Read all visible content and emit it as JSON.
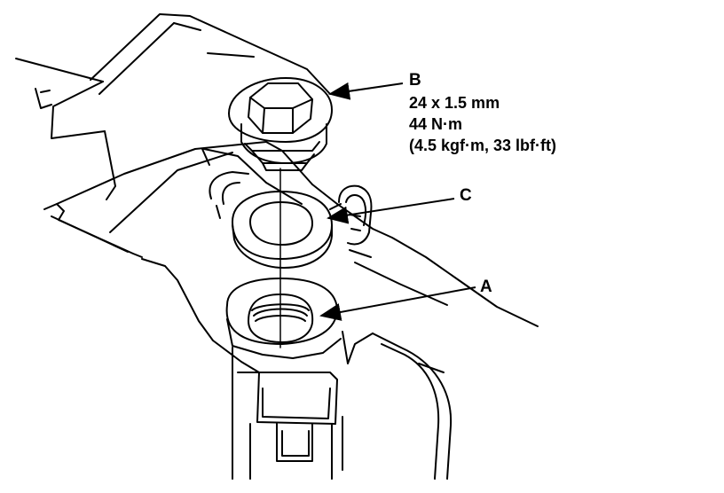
{
  "callouts": {
    "b": {
      "letter": "B",
      "spec_size": "24 x 1.5 mm",
      "spec_torque": "44 N·m",
      "spec_alt": "(4.5 kgf·m, 33 lbf·ft)"
    },
    "c": {
      "letter": "C"
    },
    "a": {
      "letter": "A"
    }
  }
}
